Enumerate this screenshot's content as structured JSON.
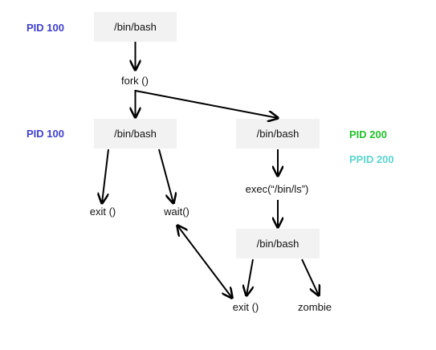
{
  "colors": {
    "pid_parent": "#3f3fcf",
    "pid_child": "#22c22a",
    "ppid": "#5ad6cf",
    "box_fill": "#f2f2f2",
    "edge": "#000000",
    "text": "#111111"
  },
  "labels": {
    "pid_top": "PID 100",
    "pid_middle": "PID 100",
    "pid_child": "PID 200",
    "ppid_child": "PPID 200"
  },
  "nodes": {
    "bash_top": "/bin/bash",
    "fork": "fork ()",
    "bash_parent": "/bin/bash",
    "bash_child": "/bin/bash",
    "exit_parent": "exit ()",
    "wait": "wait()",
    "exec": "exec(“/bin/ls”)",
    "bash_exec": "/bin/bash",
    "exit_child": "exit ()",
    "zombie": "zombie"
  }
}
